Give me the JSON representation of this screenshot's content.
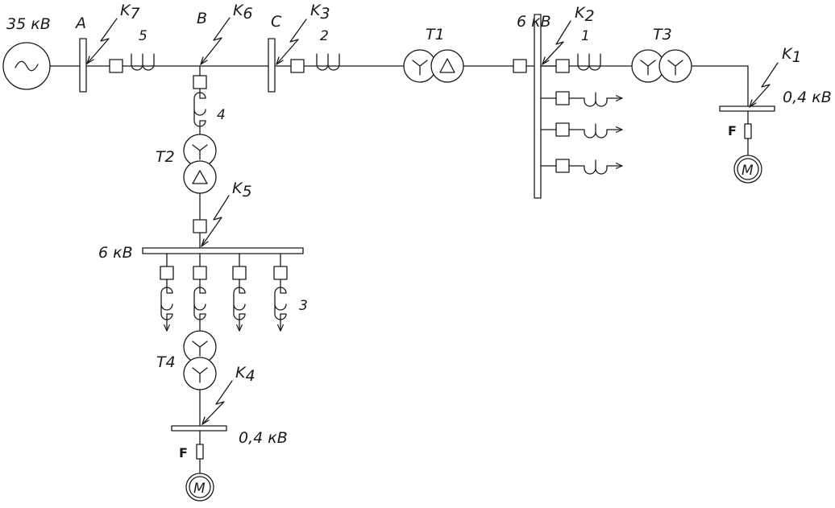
{
  "source": {
    "voltage_label": "35 кВ",
    "symbol": "ac-source"
  },
  "buses": {
    "A": "A",
    "B": "B",
    "C": "C",
    "hv6_right": "6 кВ",
    "hv6_left": "6 кВ",
    "lv_right": "0,4 кВ",
    "lv_bottom": "0,4 кВ"
  },
  "faults": [
    {
      "id": "K1",
      "letter": "K",
      "sub": "1"
    },
    {
      "id": "K2",
      "letter": "K",
      "sub": "2"
    },
    {
      "id": "K3",
      "letter": "K",
      "sub": "3"
    },
    {
      "id": "K4",
      "letter": "K",
      "sub": "4"
    },
    {
      "id": "K5",
      "letter": "K",
      "sub": "5"
    },
    {
      "id": "K6",
      "letter": "K",
      "sub": "6"
    },
    {
      "id": "K7",
      "letter": "K",
      "sub": "7"
    }
  ],
  "reactors": {
    "r1": "1",
    "r2": "2",
    "r3": "3",
    "r4": "4",
    "r5": "5"
  },
  "transformers": {
    "T1": {
      "label": "T1",
      "windings": [
        "star",
        "delta"
      ]
    },
    "T2": {
      "label": "T2",
      "windings": [
        "star",
        "delta"
      ]
    },
    "T3": {
      "label": "T3",
      "windings": [
        "star",
        "star"
      ]
    },
    "T4": {
      "label": "T4",
      "windings": [
        "star",
        "star"
      ]
    }
  },
  "fuses": {
    "right": "F",
    "bottom": "F"
  },
  "motors": {
    "right": "M",
    "bottom": "M"
  }
}
